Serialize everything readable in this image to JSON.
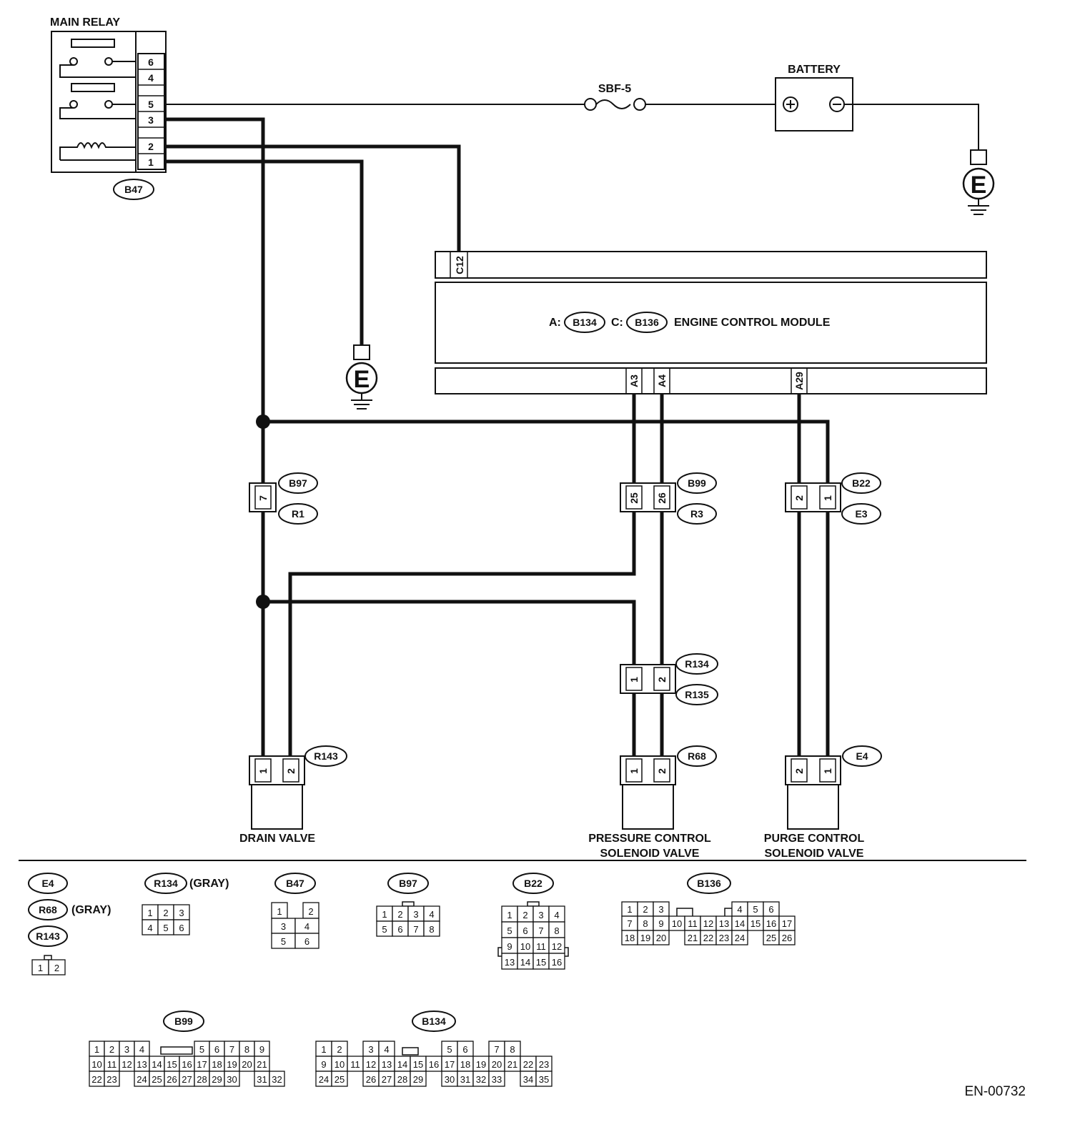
{
  "main_relay": {
    "title": "MAIN RELAY",
    "connector": "B47",
    "pins": [
      "6",
      "4",
      "5",
      "3",
      "2",
      "1"
    ]
  },
  "fuse": {
    "label": "SBF-5"
  },
  "battery": {
    "label": "BATTERY",
    "plus": "+",
    "minus": "−"
  },
  "ground_symbol": "E",
  "ecm": {
    "title": "ENGINE CONTROL MODULE",
    "prefix_a": "A:",
    "conn_a": "B134",
    "prefix_c": "C:",
    "conn_c": "B136",
    "pin_top": "C12",
    "pins_bottom": [
      "A3",
      "A4",
      "A29"
    ]
  },
  "connectors": {
    "b97_r1": {
      "top": "B97",
      "bottom": "R1",
      "pins": [
        "7"
      ]
    },
    "b99_r3": {
      "top": "B99",
      "bottom": "R3",
      "pins": [
        "25",
        "26"
      ]
    },
    "b22_e3": {
      "top": "B22",
      "bottom": "E3",
      "pins": [
        "2",
        "1"
      ]
    },
    "r134_r135": {
      "top": "R134",
      "bottom": "R135",
      "pins": [
        "1",
        "2"
      ]
    },
    "r143": {
      "label": "R143",
      "pins": [
        "1",
        "2"
      ]
    },
    "r68": {
      "label": "R68",
      "pins": [
        "1",
        "2"
      ]
    },
    "e4": {
      "label": "E4",
      "pins": [
        "2",
        "1"
      ]
    }
  },
  "components": {
    "drain_valve": "DRAIN VALVE",
    "pressure_valve": [
      "PRESSURE CONTROL",
      "SOLENOID VALVE"
    ],
    "purge_valve": [
      "PURGE CONTROL",
      "SOLENOID VALVE"
    ]
  },
  "legend": {
    "e4": "E4",
    "r68": "R68",
    "r68_note": "(GRAY)",
    "r143": "R143",
    "r143_rows": [
      [
        "1",
        "2"
      ]
    ],
    "r134": "R134",
    "r134_note": "(GRAY)",
    "r134_rows": [
      [
        "1",
        "2",
        "3"
      ],
      [
        "4",
        "5",
        "6"
      ]
    ],
    "b47": "B47",
    "b47_rows": [
      [
        "1",
        "",
        "2"
      ],
      [
        "3",
        "4"
      ],
      [
        "5",
        "6"
      ]
    ],
    "b97": "B97",
    "b97_rows": [
      [
        "1",
        "2",
        "3",
        "4"
      ],
      [
        "5",
        "6",
        "7",
        "8"
      ]
    ],
    "b22": "B22",
    "b22_rows": [
      [
        "1",
        "2",
        "3",
        "4"
      ],
      [
        "5",
        "6",
        "7",
        "8"
      ],
      [
        "9",
        "10",
        "11",
        "12"
      ],
      [
        "13",
        "14",
        "15",
        "16"
      ]
    ],
    "b136": "B136",
    "b136_rows": [
      [
        "1",
        "2",
        "3",
        "",
        "",
        "",
        "",
        "4",
        "5",
        "6"
      ],
      [
        "7",
        "8",
        "9",
        "10",
        "11",
        "12",
        "13",
        "14",
        "15",
        "16",
        "17"
      ],
      [
        "18",
        "19",
        "20",
        "",
        "21",
        "22",
        "23",
        "24",
        "",
        "25",
        "26"
      ]
    ],
    "b99": "B99",
    "b99_rows": [
      [
        "1",
        "2",
        "3",
        "4",
        "",
        "",
        "",
        "5",
        "6",
        "7",
        "8",
        "9"
      ],
      [
        "10",
        "11",
        "12",
        "13",
        "14",
        "15",
        "16",
        "17",
        "18",
        "19",
        "20",
        "21"
      ],
      [
        "22",
        "23",
        "",
        "24",
        "25",
        "26",
        "27",
        "28",
        "29",
        "30",
        "",
        "31",
        "32"
      ]
    ],
    "b134": "B134",
    "b134_rows": [
      [
        "1",
        "2",
        "",
        "3",
        "4",
        "",
        "",
        "",
        "5",
        "6",
        "",
        "7",
        "8"
      ],
      [
        "9",
        "10",
        "11",
        "12",
        "13",
        "14",
        "15",
        "16",
        "17",
        "18",
        "19",
        "20",
        "21",
        "22",
        "23"
      ],
      [
        "24",
        "25",
        "",
        "26",
        "27",
        "28",
        "29",
        "",
        "30",
        "31",
        "32",
        "33",
        "",
        "34",
        "35"
      ]
    ]
  },
  "code": "EN-00732"
}
